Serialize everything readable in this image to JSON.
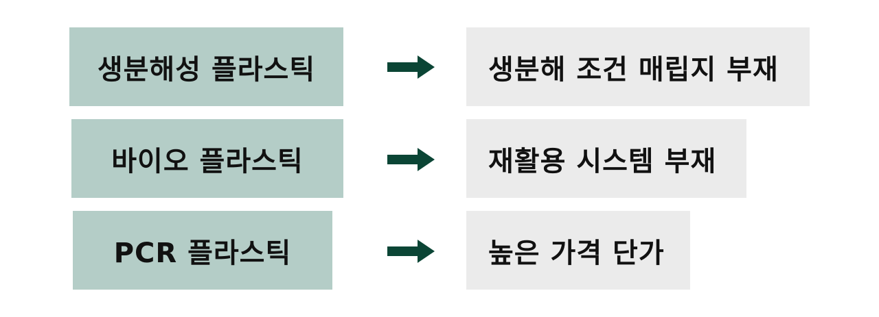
{
  "colors": {
    "left_box": "#b4cdc7",
    "right_box": "#ebebeb",
    "arrow": "#0b4535",
    "text": "#111111"
  },
  "rows": [
    {
      "source": "생분해성 플라스틱",
      "arrow_icon": "right-arrow-icon",
      "issue": "생분해 조건 매립지 부재"
    },
    {
      "source": "바이오 플라스틱",
      "arrow_icon": "right-arrow-icon",
      "issue": "재활용 시스템 부재"
    },
    {
      "source": "PCR 플라스틱",
      "arrow_icon": "right-arrow-icon",
      "issue": "높은 가격 단가"
    }
  ]
}
